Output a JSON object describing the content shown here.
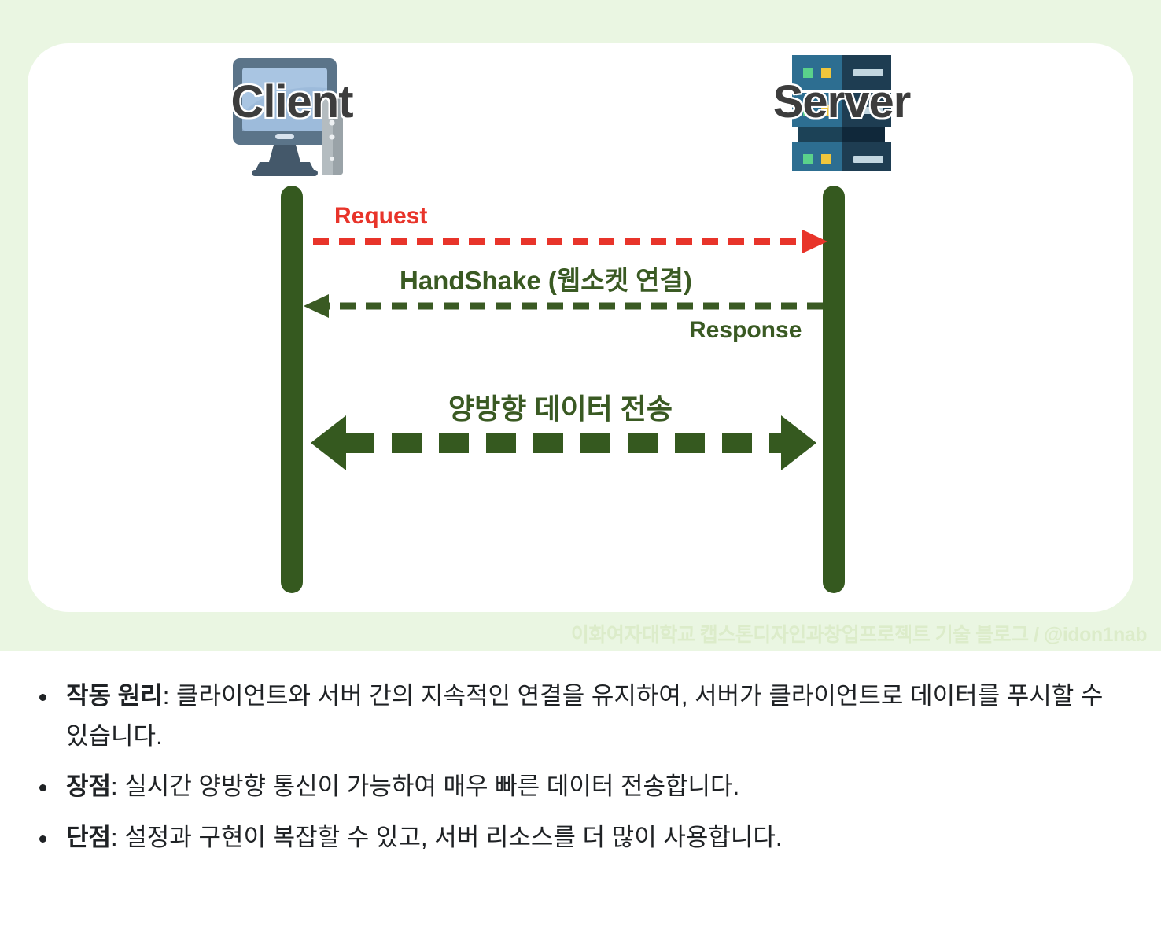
{
  "figure": {
    "panel_bg": "#eaf6e2",
    "card_bg": "#ffffff",
    "lifeline_color": "#35591f",
    "actors": {
      "client": {
        "label": "Client",
        "icon": "desktop-computer-icon"
      },
      "server": {
        "label": "Server",
        "icon": "server-rack-icon"
      }
    },
    "messages": [
      {
        "id": "request",
        "label": "Request",
        "color": "#e8342a",
        "direction": "client-to-server",
        "style": "dashed-thin"
      },
      {
        "id": "handshake",
        "label": "HandShake (웹소켓 연결)",
        "color": "#3a5a23",
        "direction": "server-to-client",
        "style": "dashed-thin"
      },
      {
        "id": "response",
        "label": "Response",
        "color": "#3a5a23",
        "direction": "server-to-client",
        "style": "dashed-thin"
      },
      {
        "id": "bidirectional",
        "label": "양방향 데이터 전송",
        "color": "#3a5a23",
        "direction": "bidirectional",
        "style": "dashed-thick"
      }
    ],
    "watermark": "이화여자대학교 캡스톤디자인과창업프로젝트 기술 블로그 / @idon1nab",
    "watermark_color": "#dcecca"
  },
  "body": {
    "bullets": [
      {
        "term": "작동 원리",
        "separator": ": ",
        "text": "클라이언트와 서버 간의 지속적인 연결을 유지하여, 서버가 클라이언트로 데이터를 푸시할 수 있습니다."
      },
      {
        "term": "장점",
        "separator": ": ",
        "text": "실시간 양방향 통신이 가능하여 매우 빠른 데이터 전송합니다."
      },
      {
        "term": "단점",
        "separator": ": ",
        "text": "설정과 구현이 복잡할 수 있고, 서버 리소스를 더 많이 사용합니다."
      }
    ]
  }
}
